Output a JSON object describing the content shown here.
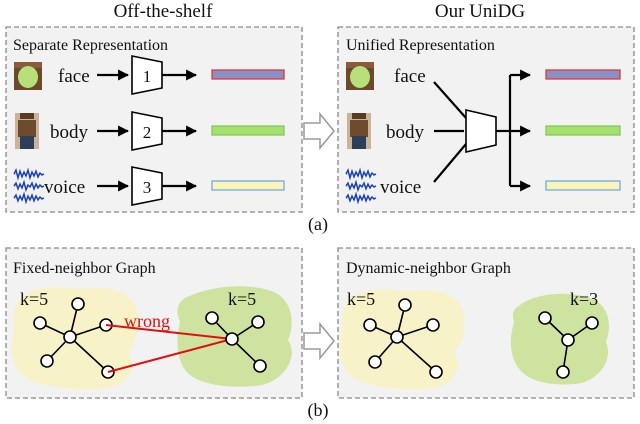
{
  "header": {
    "left": "Off-the-shelf",
    "right": "Our UniDG"
  },
  "panels": {
    "separate": "Separate Representation",
    "unified": "Unified Representation",
    "fixed": "Fixed-neighbor Graph",
    "dynamic": "Dynamic-neighbor Graph"
  },
  "modalities": [
    "face",
    "body",
    "voice"
  ],
  "encoders": [
    "1",
    "2",
    "3"
  ],
  "captions": {
    "a": "(a)",
    "b": "(b)"
  },
  "graph": {
    "k_fixed_left": "k=5",
    "k_fixed_right": "k=5",
    "wrong_label": "wrong",
    "k_dynamic_left": "k=5",
    "k_dynamic_right": "k=3"
  },
  "colors": {
    "face_bar": "#8a8fc8",
    "face_bar_border": "#e0302a",
    "body_bar": "#a8e070",
    "body_bar_border": "#7cc850",
    "voice_bar": "#fbf4b8",
    "voice_bar_border": "#5fa8e8",
    "yellow_blob": "#f8f2c8",
    "green_blob": "#cfe3a0",
    "wrong_edge": "#e01010"
  },
  "icons": [
    "face-photo-icon",
    "body-photo-icon",
    "voice-waveform-icon",
    "hollow-arrow-icon"
  ]
}
